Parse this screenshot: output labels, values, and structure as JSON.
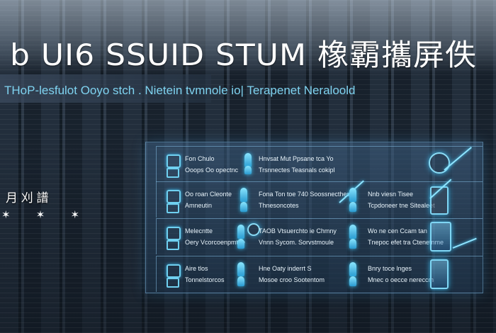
{
  "header": {
    "title": "b UI6 SSUID STUM  橡霸攜屏佚",
    "subtitle": "THoP-lesfulot Ooyo stch . Nietein tvmnole io| Terapenet Neraloold"
  },
  "side": {
    "label": "月 刈 譜",
    "stars": "✶ ✶ ✶"
  },
  "panel": {
    "rows": [
      {
        "c1a": "Fon Chulo",
        "c1b": "Ooops Oo opectnc",
        "c2a": "Hnvsat Mut Ppsane tca Yo",
        "c2b": "Trsnnectes Teasnals cokipl",
        "c3a": "",
        "c3b": ""
      },
      {
        "c1a": "Oo roan Cleonte",
        "c1b": "Amneutin",
        "c2a": "Fona Ton toe 740 Soossnecthes",
        "c2b": "Thnesoncotes",
        "c3a": "Nnb viesn Tisee",
        "c3b": "Tcpdoneer tne Sitealeet"
      },
      {
        "c1a": "Melecntte",
        "c1b": "Oery Vcorcoenpmtoe",
        "c2a": "TAOB Vtsuerchto ie Chmny",
        "c2b": "Vnnn Sycom. Sorvstmoule",
        "c3a": "Wo ne cen Ccam tan",
        "c3b": "Tnepoc efet tra Ctenetnme"
      },
      {
        "c1a": "Aire tlos",
        "c1b": "Tonnelstorcos",
        "c2a": "Hne Oaty inderrt S",
        "c2b": "Mosoe croo Sootentom",
        "c3a": "Bnry toce lnges",
        "c3b": "Mnec o oecce nereccm"
      }
    ]
  }
}
